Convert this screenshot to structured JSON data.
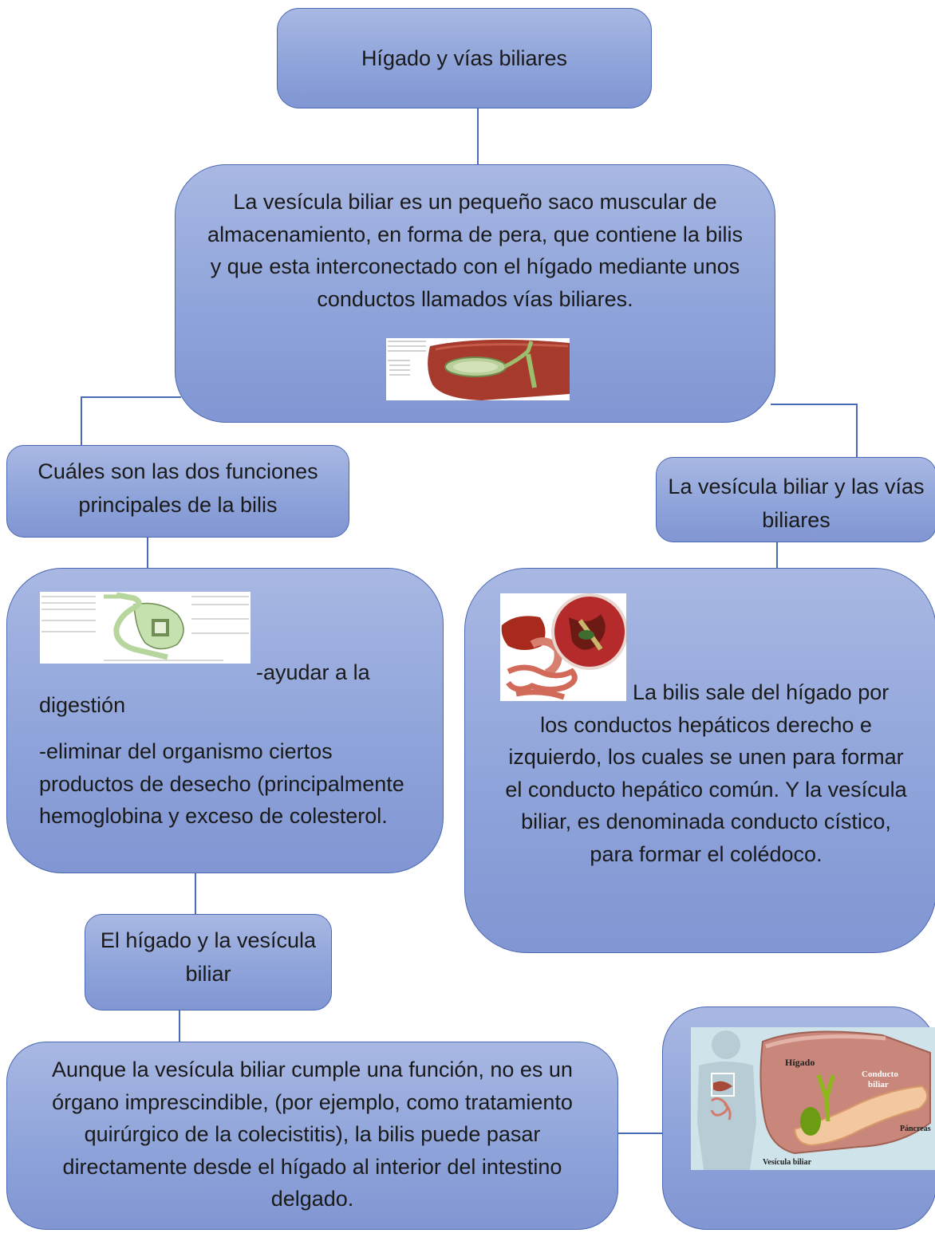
{
  "nodes": {
    "root": "Hígado y vías biliares",
    "vesicula": "La vesícula biliar es un pequeño saco muscular de almacenamiento, en forma de pera, que contiene la bilis y que esta interconectado con el hígado mediante unos conductos llamados vías biliares.",
    "funciones_title": "Cuáles son las dos funciones principales de la bilis",
    "funciones_item1_a": "-ayudar a la",
    "funciones_item1_b": "digestión",
    "funciones_item2": "-eliminar del organismo ciertos productos de desecho (principalmente hemoglobina y exceso de colesterol.",
    "vias_title": "La vesícula biliar y las vías biliares",
    "bilis_text_a": "La bilis sale del hígado por",
    "bilis_text_b": "los conductos hepáticos derecho e izquierdo, los cuales se unen para formar el conducto hepático común. Y la vesícula biliar, es denominada conducto cístico, para formar el colédoco.",
    "higado_title": "El hígado y la vesícula biliar",
    "aunque_text": "Aunque la vesícula biliar cumple una función, no es un órgano imprescindible, (por ejemplo, como tratamiento quirúrgico de la colecistitis), la bilis puede pasar directamente desde el hígado al interior del intestino delgado."
  },
  "illustration_labels": {
    "higado": "Hígado",
    "conducto": "Conducto",
    "biliar": "biliar",
    "pancreas": "Páncreas",
    "vesicula": "Vesícula biliar"
  },
  "colors": {
    "box_fill": "#8fa4da",
    "box_border": "#4b68b3",
    "connector": "#4a6bb8",
    "liver": "#a63a2c"
  }
}
